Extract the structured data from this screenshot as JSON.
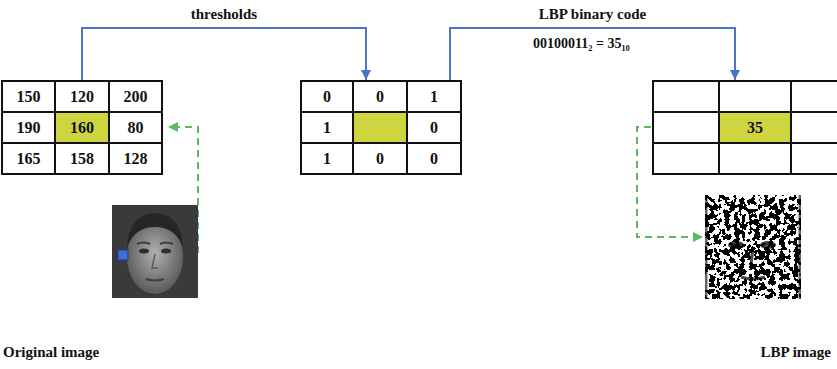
{
  "diagram": {
    "nodes": [
      {
        "text": [
          "150",
          "120",
          "200",
          "190",
          "160",
          "80",
          "165",
          "158",
          "128"
        ]
      },
      {
        "text": [
          "0",
          "0",
          "1",
          "1",
          "0",
          "1",
          "0",
          "0"
        ]
      },
      {
        "text": [
          "35"
        ]
      }
    ],
    "edges": [
      {
        "from": 0,
        "to": 1,
        "arrow": "to",
        "label": "thresholds"
      },
      {
        "from": 1,
        "to": 2,
        "arrow": "to",
        "label": "LBP binary code"
      }
    ],
    "labels": [
      "00100011₂ = 35₁₀",
      "Original image",
      "LBP image"
    ]
  }
}
